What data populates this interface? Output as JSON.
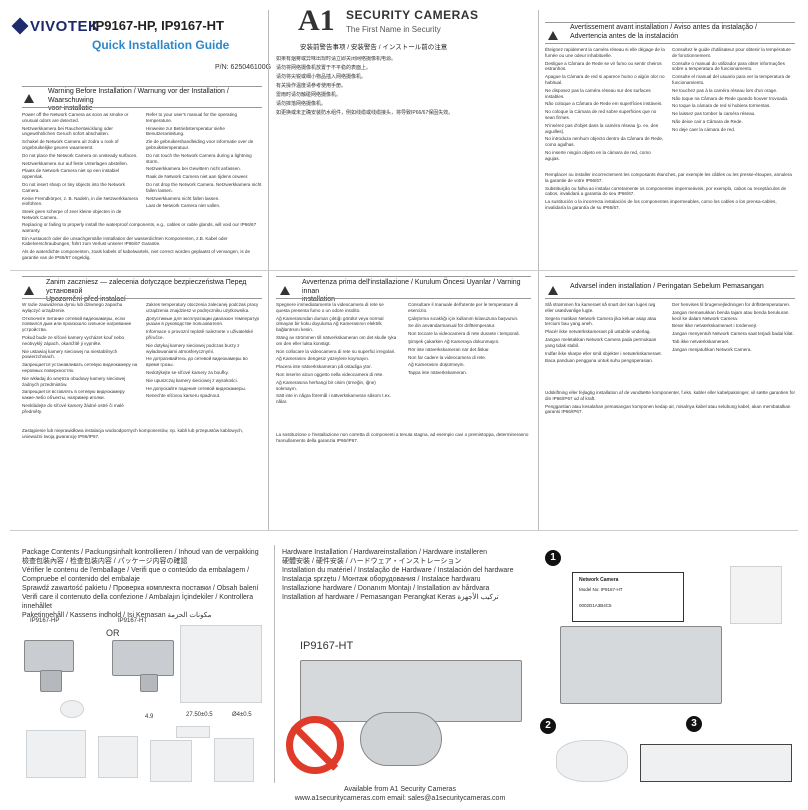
{
  "header": {
    "brand_logo": "VIVOTEK",
    "model": "IP9167-HP, IP9167-HT",
    "guide_title": "Quick Installation Guide",
    "part_number": "P/N: 625046100G"
  },
  "partner": {
    "name_a1": "A1",
    "name_security": "SECURITY CAMERAS",
    "tagline": "The First Name in Security"
  },
  "warn1": {
    "title_line1": "Warning Before Installation / Warnung vor der Installation / Waarschuwing",
    "title_line2": "voor installatie",
    "items_left": [
      "Power off the Network Camera as soon as smoke or unusual odors are detected.",
      "Netzwerkkamera bei Rauchentwicklung oder ungewöhnlichen Geruch sofort abschalten.",
      "Schakel de Network Camera uit zodra u rook of ongebruikelijke geuren waarneemt.",
      "Do not place the Network Camera on unsteady surfaces.",
      "Netzwerkkamera nur auf feste Unterlagen abstellen.",
      "Plaats de Network Camera niet op een instabiel oppervlak.",
      "Do not insert sharp or tiny objects into the Network Camera.",
      "Keine Fremdkörper, z. B. Nadeln, in die Netzwerkkamera einführen.",
      "Steek geen scherpe of zeer kleine objecten in de Network Camera."
    ],
    "items_right": [
      "Refer to your user's manual for the operating temperature.",
      "Hinweise zur Betriebstemperatur siehe Benutzeranleitung.",
      "Zie de gebruikershandleiding voor informatie over de gebruikstemperatuur.",
      "Do not touch the Network Camera during a lightning storm.",
      "Netzwerkkamera bei Gewittern nicht anfassen.",
      "Raak de Network Camera niet aan tijdens onweer.",
      "Do not drop the Network Camera. Netzwerkkamera nicht fallen lassen.",
      "Netzwerkkamera nicht fallen lassen.",
      "Laat de Network Camera niet vallen."
    ],
    "footer_note": "Replacing or failing to properly install the waterproof components, e.g., cables or cable glands, will void our IP66/67 warranty.",
    "footer_de": "Ein Austausch oder die unsachgemäße Installation der wasserdichten Komponenten, z.B. Kabel oder Kabelverschraubungen, führt zum Verlust unserer IP66/67 Garantie.",
    "footer_nl": "Als de waterdichte componenten, zoals kabels of kabelwartels, niet correct worden geplaatst of vervangen, is de garantie van de IP66/67 ongeldig."
  },
  "warn2": {
    "title": "安装前警告事项 / 安装警告 / インストール前の注意",
    "items": [
      "如果有烟雾或异味出现时请立即关闭网络摄像机电源。",
      "请勿将网络摄像机放置于不平稳的表面上。",
      "请勿将尖锐或细小物品插入网络摄像机。",
      "有关操作温度请参考使用手册。",
      "雷雨时请勿触碰网络摄像机。",
      "请勿摔落网络摄像机。",
      "如更换或未正确安装防水组件，例如线缆或线缆接头，将导致IP66/67保固失效。"
    ]
  },
  "warn3": {
    "title_line1": "Avertissement avant installation / Aviso antes da instalação /",
    "title_line2": "Advertencia antes de la instalación",
    "items_left": [
      "Éteignez rapidement la caméra réseau si elle dégage de la fumée ou une odeur inhabituelle.",
      "Desligue a Câmara de Rede se vir fumo ou sentir cheiros estranhos.",
      "Apague la Cámara de red si aparece humo o algún olor no habitual.",
      "Ne disposez pas la caméra réseau sur des surfaces instables.",
      "Não coloque a Câmara de Rede em superfícies instáveis.",
      "No coloque la Cámara de red sobre superficies que no sean firmes.",
      "N'insérez pas d'objet dans la caméra réseau (p. ex. des aiguilles).",
      "No introduza nenhum objecto dentro da Câmara de Rede, como agulhas.",
      "No inserte ningún objeto en la cámara de red, como agujas."
    ],
    "items_right": [
      "Consultez le guide d'utilisateur pour obtenir la température de fonctionnement.",
      "Consulte o manual do utilizador para obter informações sobre a temperatura de funcionamento.",
      "Consulte el manual del usuario para ver la temperatura de funcionamiento.",
      "Ne touchez pas à la caméra réseau lors d'un orage.",
      "Não toque na Câmara de Rede quando houver trovoada.",
      "No toque la cámara de red si hubiera tormentas.",
      "Ne laissez pas tomber la caméra réseau.",
      "Não deixe cair a Câmara de Rede.",
      "No deje caer la cámara de red."
    ],
    "footer_note": "Remplacer ou installer incorrectement les composants étanches, par exemple les câbles ou les presse-étoupes, annulera la garantie de votre IP66/67.",
    "footer_pt": "Substituição ou falha ao instalar corretamente os componentes impermeáveis, por exemplo, cabos ou receptáculos de cabos, invalidará a garantia do seu IP66/67.",
    "footer_es": "La sustitución o la incorrecta instalación de los componentes impermeables, como los cables o los prensa-cables, invalidaría la garantía de su IP66/67."
  },
  "warn4": {
    "title_line1": "Zanim zaczniesz — zalecenia dotyczące bezpieczeństwa  Перед установкой",
    "title_line2": "Upozornění před instalací",
    "items_left": [
      "W razie zauważenia dymu lub dziwnego zapachu wyłączyć urządzenie.",
      "Отключите питание сетевой видеокамеры, если появился дым или произошло сильное нагревание устройства.",
      "Pokud bude ze síťové kamery vycházet kouř nebo neobvyklý zápach, okamžitě ji vypněte.",
      "Nie ustawiaj kamery sieciowej na niestabilnych powierzchniach.",
      "Запрещается устанавливать сетевую видеокамеру на неровных поверхностях.",
      "Nie wkładaj do wnętrza obudowy kamery sieciowej żadnych przedmiotów.",
      "Запрещается вставлять в сетевую видеокамеру какие-либо объекты, например иголки.",
      "Nevkládejte do síťové kamery žádné ostré či malé předměty."
    ],
    "items_right": [
      "Zakres temperatury otoczenia zalecanej podczas pracy urządzenia znajdziesz w podręczniku użytkownika.",
      "Допустимые для эксплуатации диапазон температур указан в руководстве пользователя.",
      "Informace o provozní teplotě naleznete v uživatelské příručce.",
      "Nie dotykaj kamery sieciowej podczas burzy z wyładowaniami atmosferycznymi.",
      "Не дотрагивайтесь до сетевой видеокамеры во время грозы.",
      "Nedotýkejte se síťové kamery za bouřky.",
      "Nie upuszczaj kamery sieciowej z wysokości.",
      "Не допускайте падения сетевой видеокамеры.",
      "Nenechte síťovou kameru spadnout."
    ],
    "footer_note": "Zastąpienie lub nieprawidłowa instalacja wodoodpornych komponentów, np. kabli lub przepustów kablowych, unieważni twoją gwarancję IP66/IP67."
  },
  "warn5": {
    "title_line1": "Avvertenza prima dell'installazione / Kurulum Öncesi Uyarılar / Varning innan",
    "title_line2": "installation",
    "items_left": [
      "Spegnere immediatamente la videocamera di rete se questa presenta fumo o un odore insolito.",
      "Ağ Kamerasından duman çıktığı görülür veya normal olmayan bir koku duyulursa Ağ Kamerasının elektrik bağlantısını kesin.",
      "Stäng av strömmen till nätverkskameran om det skulle ryka om den eller lukta konstigt.",
      "Non collocare la videocamera di rete su superfici irregolari.",
      "Ağ Kamerasını dengesiz yüzeylere koymayın.",
      "Placera inte nätverkskameran på ostadiga ytor.",
      "Non inserire alcun oggetto nella videocamera di rete.",
      "Ağ Kamerasına herhangi bir cisim (örneğin, iğne) sokmayın.",
      "Sätt inte in några föremål i nätverkskameran såsom t.ex. nålar."
    ],
    "items_right": [
      "Consultare il manuale dell'utente per le temperature di esercizio.",
      "Çalıştırma sıcaklığı için kullanım kılavuzuna başvurun.",
      "Se din användarmanual för drifttemperatur.",
      "Non toccare la videocamera di rete durante i temporali.",
      "Şimşek çakarken Ağ Kameraya dokunmayın.",
      "Rör inte nätverkskameran när det åskar.",
      "Non far cadere la videocamera di rete.",
      "Ağ Kamerasını düşürmeyin.",
      "Tappa inte nätverkskameran."
    ],
    "footer_note": "La sostituzione o l'installazione non corretta di componenti a tenuta stagna, ad esempio cavi o premistoppa, determineranno l'annullamento della garanzia IP66/IP67."
  },
  "warn6": {
    "title": "Advarsel inden installation / Peringatan Sebelum Pemasangan",
    "items_left": [
      "Slå strømmen fra kameraet så snart der kan luges røg eller usædvanlige lugte.",
      "Segera matikan Network Camera jika keluar asap atau tercium bau yang aneh.",
      "Placér ikke netværkskameraet på ustabile underlag.",
      "Jangan meletakkan Network Camera pada permukaan yang tidak stabil.",
      "Indfør ikke skarpe eller små objekter i netværkskameraet.",
      "Baca panduan pengguna untuk suhu pengoperasian."
    ],
    "items_right": [
      "Der henvises til brugervejledningen for driftstemperaturen.",
      "Jangan memasukkan benda tajam atau benda berukuran kecil ke dalam Network Camera.",
      "Berør ikke netværkskameraet i tordenvejr.",
      "Jangan menyentuh Network Camera saat terjadi badai kilat.",
      "Tab ikke netværkskameraet.",
      "Jangan menjatuhkan Network Camera."
    ],
    "footer_note": "Udskiftning eller fejlagtig installation af de vandtætte komponenter, f.eks. kabler eller kabelpakninger, vil sætte garantien for din IP66/IP67 ud af kraft.",
    "footer_id": "Penggantian atau kesalahan pemasangan komponen kedap air, misalnya kabel atau selubung kabel, akan membatalkan garansi IP66/IP67."
  },
  "package": {
    "title_lines": [
      "Package Contents / Packungsinhalt kontrollieren / Inhoud van de verpakking",
      "檢查包裝內容 / 检查包装内容 / パッケージ内容の確認",
      "Vérifier le contenu de l'emballage / Verifi que o conteúdo da embalagem / Compruebe el contenido del embalaje",
      "Sprawdź zawartość pakietu / Проверка комплекта поставки / Obsah balení",
      "Verifi care il contenuto della confezione / Ambalajın İçindekiler / Kontrollera innehållet",
      "Paketinnehåll / Kassens indhold / Isi Kemasan  مكونات الحزمة"
    ],
    "model_hp": "IP9167-HP",
    "model_ht": "IP9167-HT",
    "or_label": "OR",
    "dim1": "27.50±0.5",
    "dim2": "Ø4±0.5",
    "dim3": "4.9"
  },
  "hardware": {
    "title_lines": [
      "Hardware Installation / Hardwareinstallation / Hardware installeren",
      "硬體安裝 / 硬件安装 / ハードウェア・インストレーション",
      "Installation du matériel / Instalação de Hardware / Instalación del hardware",
      "Instalacja sprzętu / Монтаж оборудования / Instalace hardwaru",
      "Installazione hardware / Donanım Montajı / Installation av hårdvara",
      "Installation af hardware / Pemasangan Perangkat Keras  تركيب الأجهزة"
    ],
    "model_ht": "IP9167-HT"
  },
  "steps": {
    "step1": "1",
    "step2": "2",
    "step3": "3",
    "label_title": "Network Camera",
    "label_model": "Model No: IP9167-HT",
    "label_mac": "0002D1A3B4C5"
  },
  "footer": {
    "line1": "Available from A1 Security Cameras",
    "line2": "www.a1securitycameras.com email: sales@a1securitycameras.com"
  }
}
